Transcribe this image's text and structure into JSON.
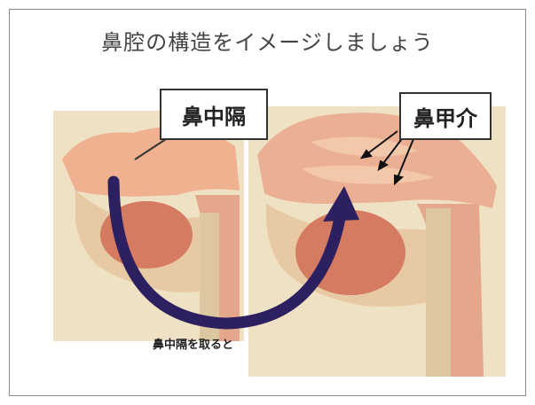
{
  "title": "鼻腔の構造をイメージしましょう",
  "labels": {
    "septum": "鼻中隔",
    "turbinate": "鼻甲介",
    "action": "鼻中隔を取ると"
  },
  "colors": {
    "tissue": "#e8a080",
    "tissue_dark": "#c96c55",
    "bone": "#e9d2a8",
    "arrow": "#2d2060",
    "border": "#333333"
  }
}
